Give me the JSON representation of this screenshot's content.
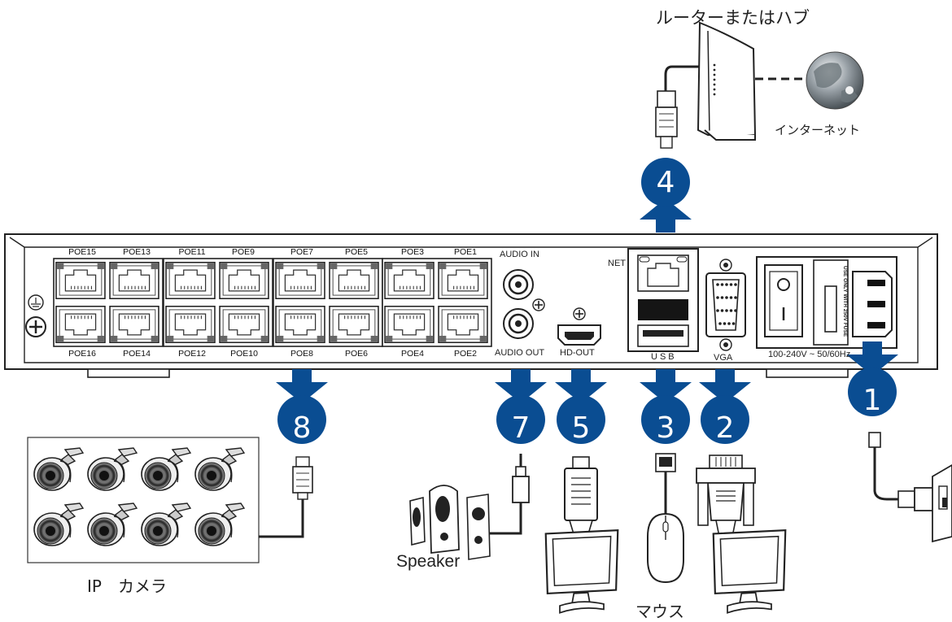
{
  "labels": {
    "router": "ルーターまたはハブ",
    "internet": "インターネット",
    "mouse": "マウス",
    "camera": "IP　カメラ",
    "speaker": "Speaker",
    "net": "NET",
    "usb": "USB",
    "vga": "VGA",
    "audio_in": "AUDIO IN",
    "audio_out": "AUDIO OUT",
    "hd_out": "HD-OUT",
    "power": "100-240V ~ 50/60Hz",
    "fuse": "USE ONLY WITH 250V FUSE"
  },
  "ports_top": [
    "POE15",
    "POE13",
    "POE11",
    "POE9",
    "POE7",
    "POE5",
    "POE3",
    "POE1"
  ],
  "ports_bottom": [
    "POE16",
    "POE14",
    "POE12",
    "POE10",
    "POE8",
    "POE6",
    "POE4",
    "POE2"
  ],
  "callouts": [
    "1",
    "2",
    "3",
    "4",
    "5",
    "7",
    "8"
  ],
  "colors": {
    "callout": "#0a4d92",
    "device": "#ffffff",
    "outline": "#222222",
    "port": "#7a7a7a"
  },
  "icons": [
    "globe-icon",
    "router-icon",
    "rj45-plug-icon",
    "power-plug-icon",
    "hdmi-plug-icon",
    "vga-plug-icon",
    "usb-plug-icon",
    "audio-plug-icon",
    "monitor-icon",
    "mouse-icon",
    "speaker-icon",
    "bullet-camera-icon",
    "ground-icon"
  ]
}
